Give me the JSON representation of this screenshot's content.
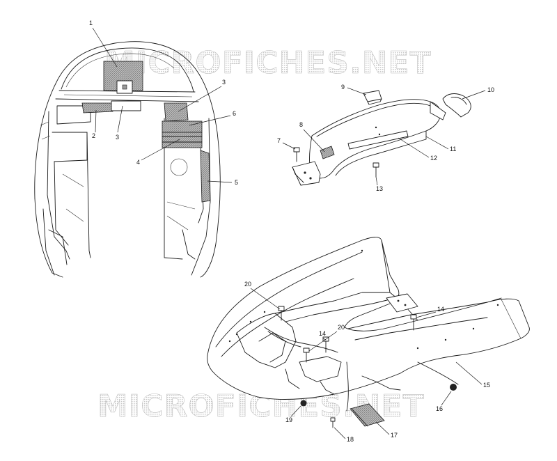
{
  "watermark": {
    "text_top": "MICROFICHES.NET",
    "text_bottom": "MICROFICHES.NET"
  },
  "callouts": {
    "c1": "1",
    "c2": "2",
    "c3a": "3",
    "c3b": "3",
    "c4": "4",
    "c5": "5",
    "c6": "6",
    "c7": "7",
    "c8": "8",
    "c9": "9",
    "c10": "10",
    "c11": "11",
    "c12": "12",
    "c13": "13",
    "c14a": "14",
    "c14b": "14",
    "c15": "15",
    "c16": "16",
    "c17": "17",
    "c18": "18",
    "c19": "19",
    "c20a": "20",
    "c20b": "20"
  }
}
